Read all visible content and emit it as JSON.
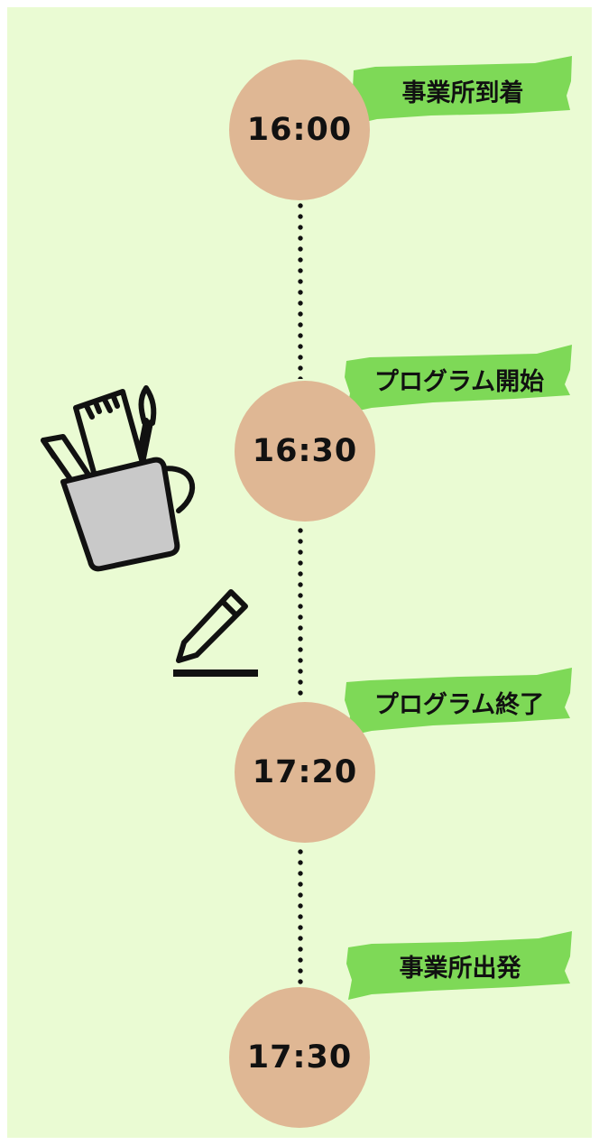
{
  "timeline": [
    {
      "time": "16:00",
      "label": "事業所到着"
    },
    {
      "time": "16:30",
      "label": "プログラム開始"
    },
    {
      "time": "17:20",
      "label": "プログラム終了"
    },
    {
      "time": "17:30",
      "label": "事業所出発"
    }
  ],
  "icons": {
    "cup": "pencil-cup-icon",
    "write": "pencil-write-icon"
  },
  "colors": {
    "background": "#eafbd3",
    "circle": "#dfb794",
    "tag": "#7ed957",
    "text": "#111111"
  }
}
